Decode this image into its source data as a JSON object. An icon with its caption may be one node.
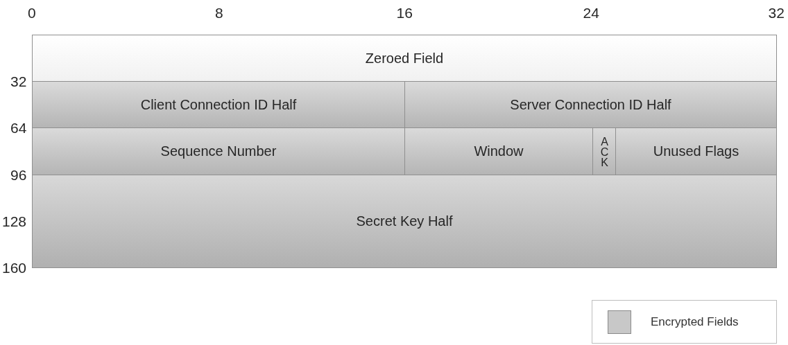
{
  "diagram": {
    "nodes": [
      {
        "text": [
          "Zeroed Field"
        ]
      },
      {
        "text": [
          "Client Connection ID Half"
        ]
      },
      {
        "text": [
          "Server Connection ID Half"
        ]
      },
      {
        "text": [
          "Sequence Number"
        ]
      },
      {
        "text": [
          "Window"
        ]
      },
      {
        "text": [
          "ACK"
        ]
      },
      {
        "text": [
          "Unused Flags"
        ]
      },
      {
        "text": [
          "Secret Key Half"
        ]
      }
    ],
    "labels": [
      "0",
      "8",
      "16",
      "24",
      "32",
      "32",
      "64",
      "96",
      "128",
      "160"
    ],
    "legend": [
      {
        "text": "Encrypted Fields",
        "color": "#c8c8c8"
      }
    ]
  }
}
